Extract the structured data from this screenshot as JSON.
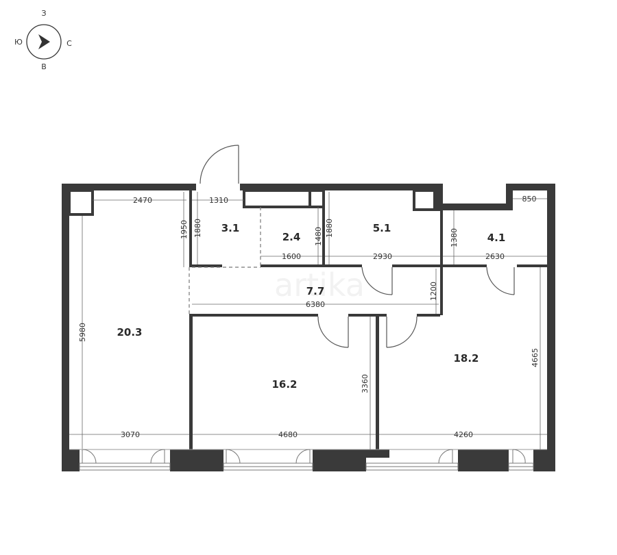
{
  "compass": {
    "north": "З",
    "south": "В",
    "west": "Ю",
    "east": "С"
  },
  "watermark": "artika",
  "rooms": [
    {
      "id": "living-room-left",
      "area": "20.3"
    },
    {
      "id": "bedroom-middle",
      "area": "16.2"
    },
    {
      "id": "bedroom-right",
      "area": "18.2"
    },
    {
      "id": "hallway",
      "area": "7.7"
    },
    {
      "id": "entry",
      "area": "3.1"
    },
    {
      "id": "wardrobe",
      "area": "2.4"
    },
    {
      "id": "bathroom",
      "area": "5.1"
    },
    {
      "id": "bathroom-2",
      "area": "4.1"
    }
  ],
  "dimensions": {
    "living_top_width": "2470",
    "living_height": "5980",
    "living_bottom_width": "3070",
    "living_niche_height": "1950",
    "entry_height": "1880",
    "entry_width": "1310",
    "wardrobe_height": "1480",
    "wardrobe_width": "1600",
    "bath_height": "1880",
    "bath_width": "2930",
    "bath2_height": "1380",
    "bath2_width": "2630",
    "bath2_niche_width": "850",
    "hall_width": "6380",
    "hall_height": "1200",
    "bedroom_mid_width": "4680",
    "bedroom_mid_height": "3360",
    "bedroom_right_width": "4260",
    "bedroom_right_height": "4665"
  },
  "colors": {
    "wall": "#3a3a3a",
    "line": "#555555",
    "background": "#ffffff"
  }
}
